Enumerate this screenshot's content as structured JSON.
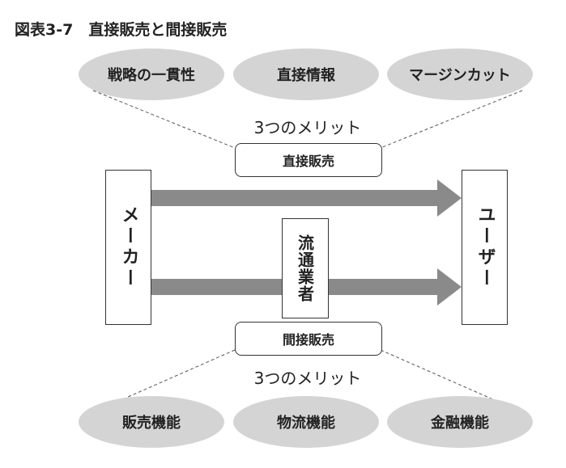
{
  "title": "図表3-7　直接販売と間接販売",
  "direct": {
    "label": "直接販売",
    "merits_label": "3つのメリット",
    "merits": [
      "戦略の一貫性",
      "直接情報",
      "マージンカット"
    ]
  },
  "indirect": {
    "label": "間接販売",
    "merits_label": "3つのメリット",
    "merits": [
      "販売機能",
      "物流機能",
      "金融機能"
    ]
  },
  "maker": "メーカー",
  "user": "ユーザー",
  "distributor": "流通業者",
  "colors": {
    "ellipse": "#d4d4d4",
    "arrow": "#8a8a8a",
    "line": "#333333"
  }
}
